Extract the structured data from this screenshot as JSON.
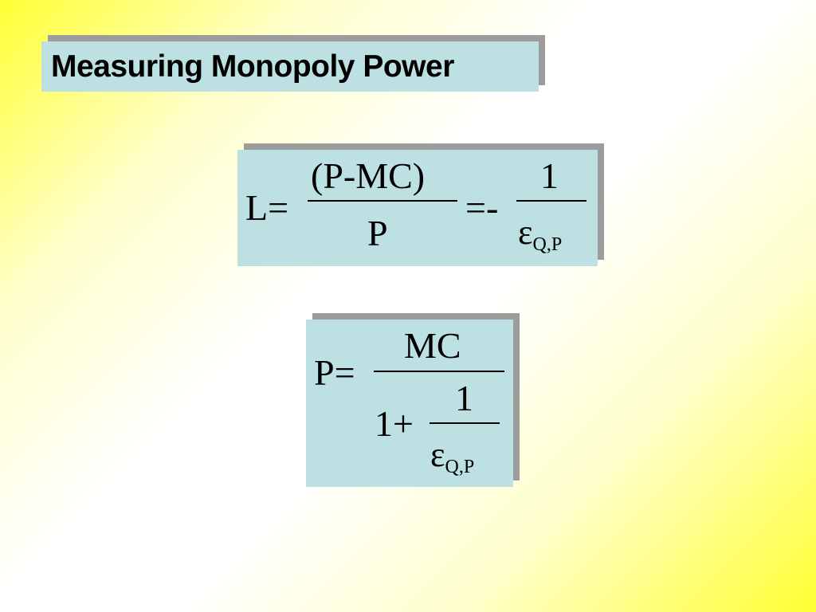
{
  "slide": {
    "title": "Measuring Monopoly Power"
  },
  "equation_lerner": {
    "lhs": "L=",
    "numerator": "(P-MC)",
    "denominator": "P",
    "middle": "=-",
    "rhs_numerator": "1",
    "rhs_epsilon": "ε",
    "rhs_subscript": "Q,P"
  },
  "equation_price": {
    "lhs": "P=",
    "numerator": "MC",
    "denominator_term": "1+",
    "inner_numerator": "1",
    "inner_epsilon": "ε",
    "inner_subscript": "Q,P"
  },
  "colors": {
    "box_fill": "#bde0e3",
    "box_shadow": "#9c9c9c",
    "bg_yellow": "#ffff33",
    "bg_white": "#ffffff"
  }
}
